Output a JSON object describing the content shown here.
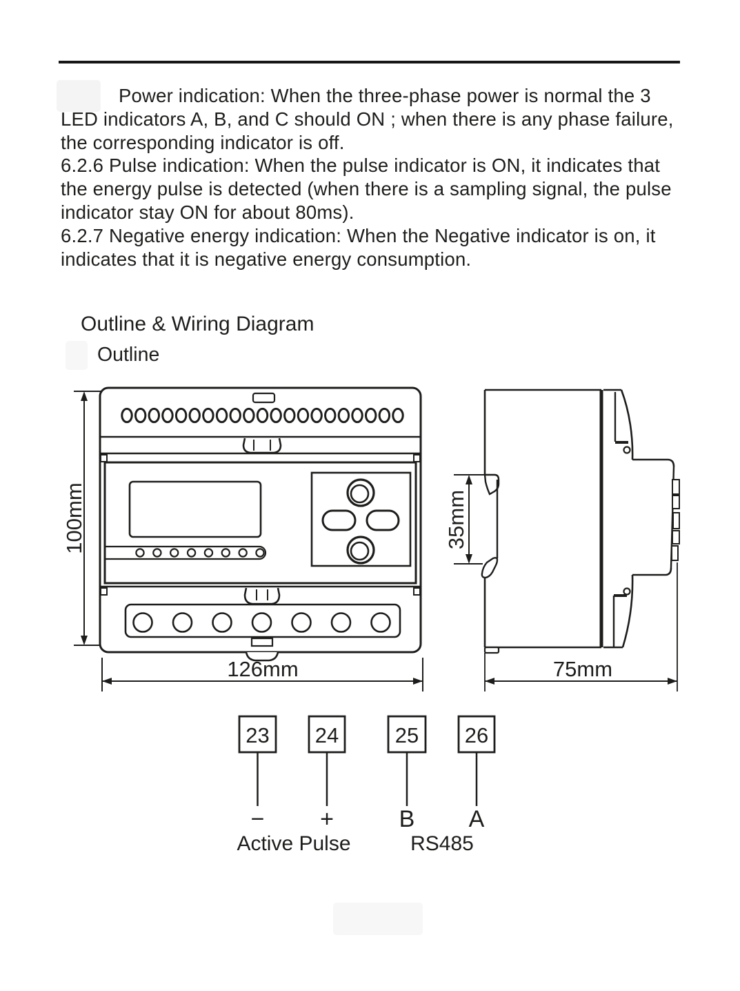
{
  "colors": {
    "ink": "#1d1d1b",
    "paper": "#ffffff"
  },
  "intro": {
    "paragraphs": [
      "Power indication: When the three-phase power is normal the 3 LED indicators A, B, and C should ON ; when there is any phase failure, the corresponding indicator is off.",
      "6.2.6 Pulse indication: When the pulse indicator is ON, it indicates that the energy pulse is detected (when there is a sampling signal, the pulse indicator stay ON for about 80ms).",
      "6.2.7 Negative energy indication: When the Negative indicator is on, it indicates that it is negative energy consumption."
    ]
  },
  "headings": {
    "section": "Outline & Wiring Diagram",
    "subsection": "Outline"
  },
  "outline_diagram": {
    "front_height": "100mm",
    "front_width": "126mm",
    "rail_height": "35mm",
    "side_depth": "75mm"
  },
  "wiring": {
    "terminals": [
      {
        "number": "23",
        "signal": "−"
      },
      {
        "number": "24",
        "signal": "+"
      },
      {
        "number": "25",
        "signal": "B"
      },
      {
        "number": "26",
        "signal": "A"
      }
    ],
    "group_labels": [
      "Active Pulse",
      "RS485"
    ]
  }
}
